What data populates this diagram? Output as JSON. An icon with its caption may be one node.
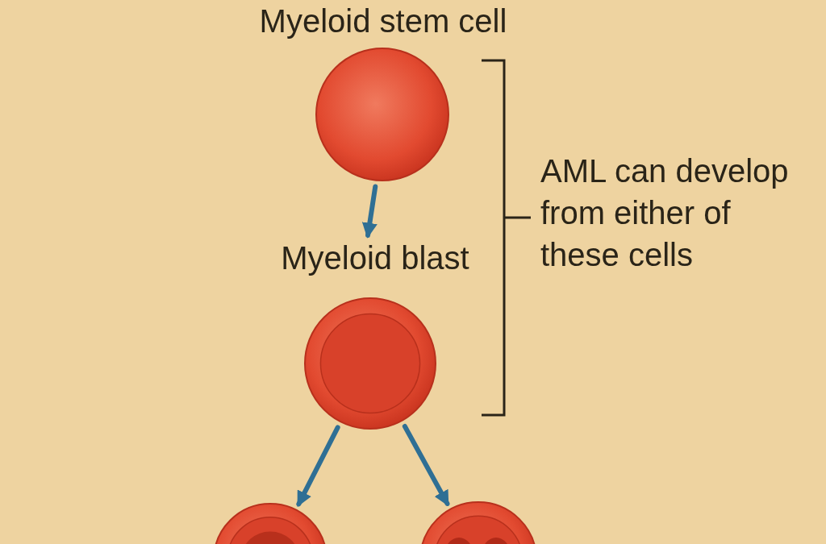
{
  "diagram": {
    "nodes": [
      {
        "text": [
          "Myeloid stem cell"
        ]
      },
      {
        "text": [
          "Myeloid blast"
        ]
      },
      {
        "text": [],
        "shape": "circle"
      },
      {
        "text": [],
        "shape": "circle"
      }
    ],
    "edges": [
      {
        "from": 0,
        "to": 1,
        "arrow": "to"
      },
      {
        "from": 1,
        "to": 2,
        "arrow": "to"
      },
      {
        "from": 1,
        "to": 3,
        "arrow": "to"
      }
    ],
    "labels": [
      "AML can develop from either of these cells"
    ]
  }
}
